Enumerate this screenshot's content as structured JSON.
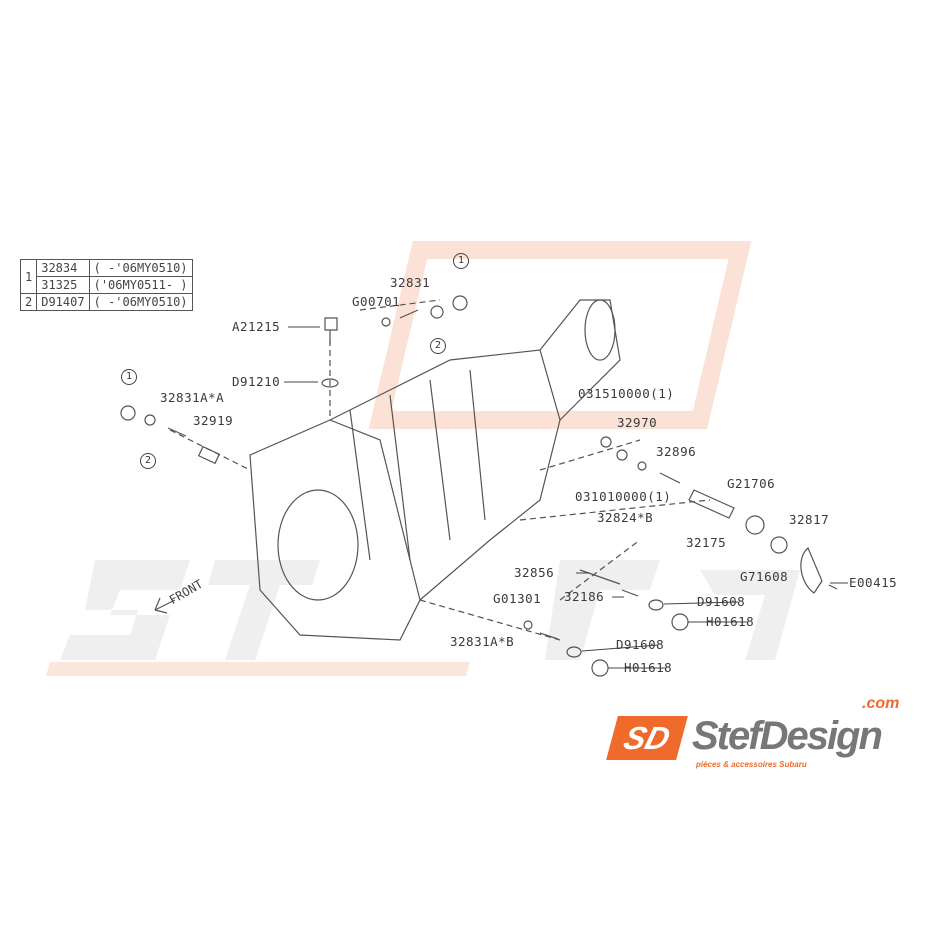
{
  "reference_table": [
    {
      "marker": "1",
      "part": "32834",
      "range": "(      -'06MY0510)"
    },
    {
      "marker": "",
      "part": "31325",
      "range": "('06MY0511-      )"
    },
    {
      "marker": "2",
      "part": "D91407",
      "range": "(      -'06MY0510)"
    }
  ],
  "callouts": {
    "c32831": "32831",
    "g00701": "G00701",
    "a21215": "A21215",
    "d91210": "D91210",
    "c32831aa": "32831A*A",
    "c32919": "32919",
    "c031510000": "031510000(1)",
    "c32970": "32970",
    "c32896": "32896",
    "c031010000": "031010000(1)",
    "g21706": "G21706",
    "c32824b": "32824*B",
    "c32817": "32817",
    "c32175": "32175",
    "c32856": "32856",
    "g71608": "G71608",
    "e00415": "E00415",
    "g01301": "G01301",
    "c32186": "32186",
    "d91608a": "D91608",
    "h01618a": "H01618",
    "c32831ab": "32831A*B",
    "d91608b": "D91608",
    "h01618b": "H01618"
  },
  "markers": {
    "one": "1",
    "two": "2"
  },
  "front_label": "FRONT",
  "watermark": {
    "brand": "StefDesign",
    "tagline": "pièces & accessoires Subaru",
    "com": ".com"
  },
  "logo": {
    "mark": "SD",
    "name": "StefDesign",
    "com": ".com",
    "tagline": "pièces & accessoires Subaru"
  }
}
